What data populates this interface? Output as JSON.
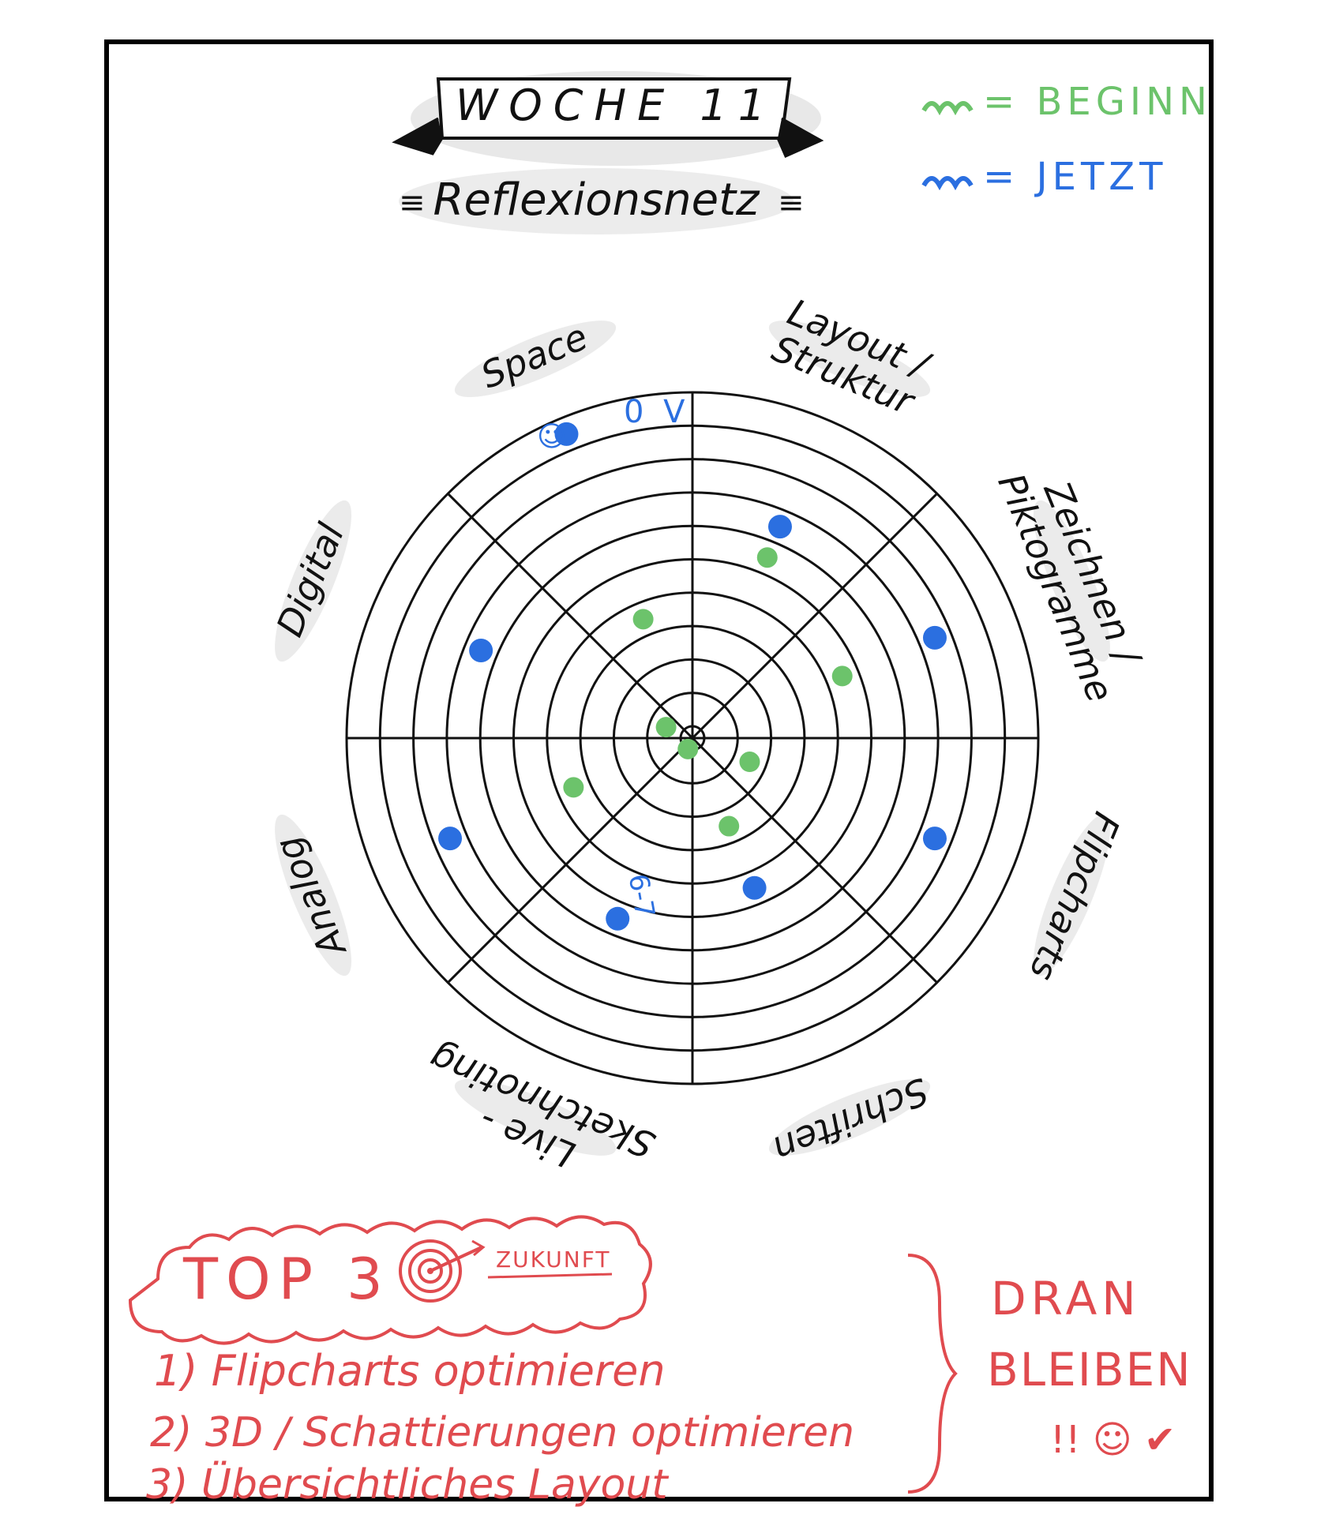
{
  "title": {
    "banner": "WOCHE 11",
    "subtitle": "Reflexionsnetz"
  },
  "legend": {
    "begin_label": "= BEGINN",
    "now_label": "= JETZT",
    "begin_color": "#6cc36b",
    "now_color": "#2b6fe0"
  },
  "wheel": {
    "rings": 10,
    "segments": [
      {
        "key": "lago",
        "label": "Layout / Struktur",
        "label_lines": [
          "Layout /",
          "Struktur"
        ]
      },
      {
        "key": "piktogramme",
        "label": "Zeichnen / Piktogramme",
        "label_lines": [
          "Zeichnen /",
          "Piktogramme"
        ]
      },
      {
        "key": "flipcharts",
        "label": "Flipcharts",
        "label_lines": [
          "Flipcharts"
        ]
      },
      {
        "key": "schriften",
        "label": "Schriften",
        "label_lines": [
          "Schriften"
        ]
      },
      {
        "key": "live",
        "label": "Live-Sketchnoting",
        "label_lines": [
          "Live -",
          "Sketchnoting"
        ]
      },
      {
        "key": "analog",
        "label": "Analog",
        "label_lines": [
          "Analog"
        ]
      },
      {
        "key": "digital",
        "label": "Digital",
        "label_lines": [
          "Digital"
        ]
      },
      {
        "key": "space",
        "label": "Space",
        "label_lines": [
          "Space"
        ]
      }
    ],
    "annotations": {
      "top_mark": "0 V",
      "left_mark": "6-7"
    }
  },
  "dots": {
    "begin": [
      {
        "segment": "lago",
        "ring": 6
      },
      {
        "segment": "piktogramme",
        "ring": 5
      },
      {
        "segment": "flipcharts",
        "ring": 2
      },
      {
        "segment": "schriften",
        "ring": 3
      },
      {
        "segment": "live",
        "ring": 0.5
      },
      {
        "segment": "analog",
        "ring": 4
      },
      {
        "segment": "digital",
        "ring": 1
      },
      {
        "segment": "space",
        "ring": 4
      }
    ],
    "now": [
      {
        "segment": "lago",
        "ring": 7
      },
      {
        "segment": "piktogramme",
        "ring": 8
      },
      {
        "segment": "flipcharts",
        "ring": 8
      },
      {
        "segment": "schriften",
        "ring": 5
      },
      {
        "segment": "live",
        "ring": 6
      },
      {
        "segment": "analog",
        "ring": 8
      },
      {
        "segment": "digital",
        "ring": 7
      },
      {
        "segment": "space",
        "ring": 10
      }
    ]
  },
  "top3": {
    "heading": "TOP 3",
    "tag": "ZUKUNFT",
    "items": [
      "1) Flipcharts optimieren",
      "2) 3D / Schattierungen optimieren",
      "3) Übersichtliches Layout"
    ],
    "side_note_line1": "DRAN",
    "side_note_line2": "BLEIBEN",
    "side_emoji": "!! ☺ ✔"
  }
}
